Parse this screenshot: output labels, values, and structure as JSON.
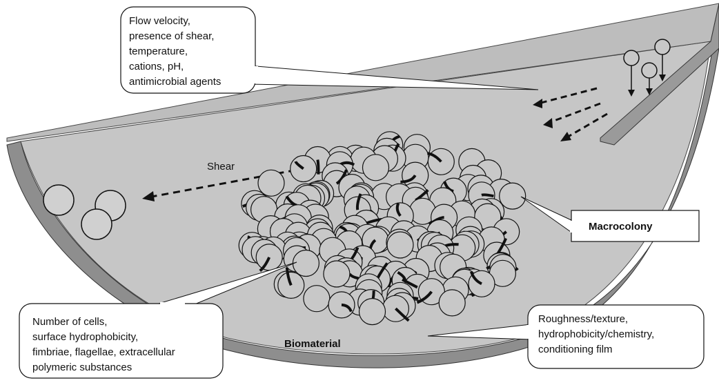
{
  "callouts": {
    "environment": {
      "lines": [
        "Flow velocity,",
        "presence of shear,",
        "temperature,",
        "cations, pH,",
        "antimicrobial agents"
      ]
    },
    "cells": {
      "lines": [
        "Number of cells,",
        "surface hydrophobicity,",
        "fimbriae, flagellae, extracellular",
        "polymeric substances"
      ]
    },
    "surface": {
      "lines": [
        "Roughness/texture,",
        "hydrophobicity/chemistry,",
        "conditioning film"
      ]
    },
    "macrocolony": {
      "label": "Macrocolony"
    }
  },
  "labels": {
    "shear": "Shear",
    "biomaterial": "Biomaterial"
  },
  "colors": {
    "surface_fill": "#c4c4c4",
    "wall_fill": "#8e8e8e",
    "cell_fill": "#c8c8c8",
    "outline": "#111111"
  }
}
